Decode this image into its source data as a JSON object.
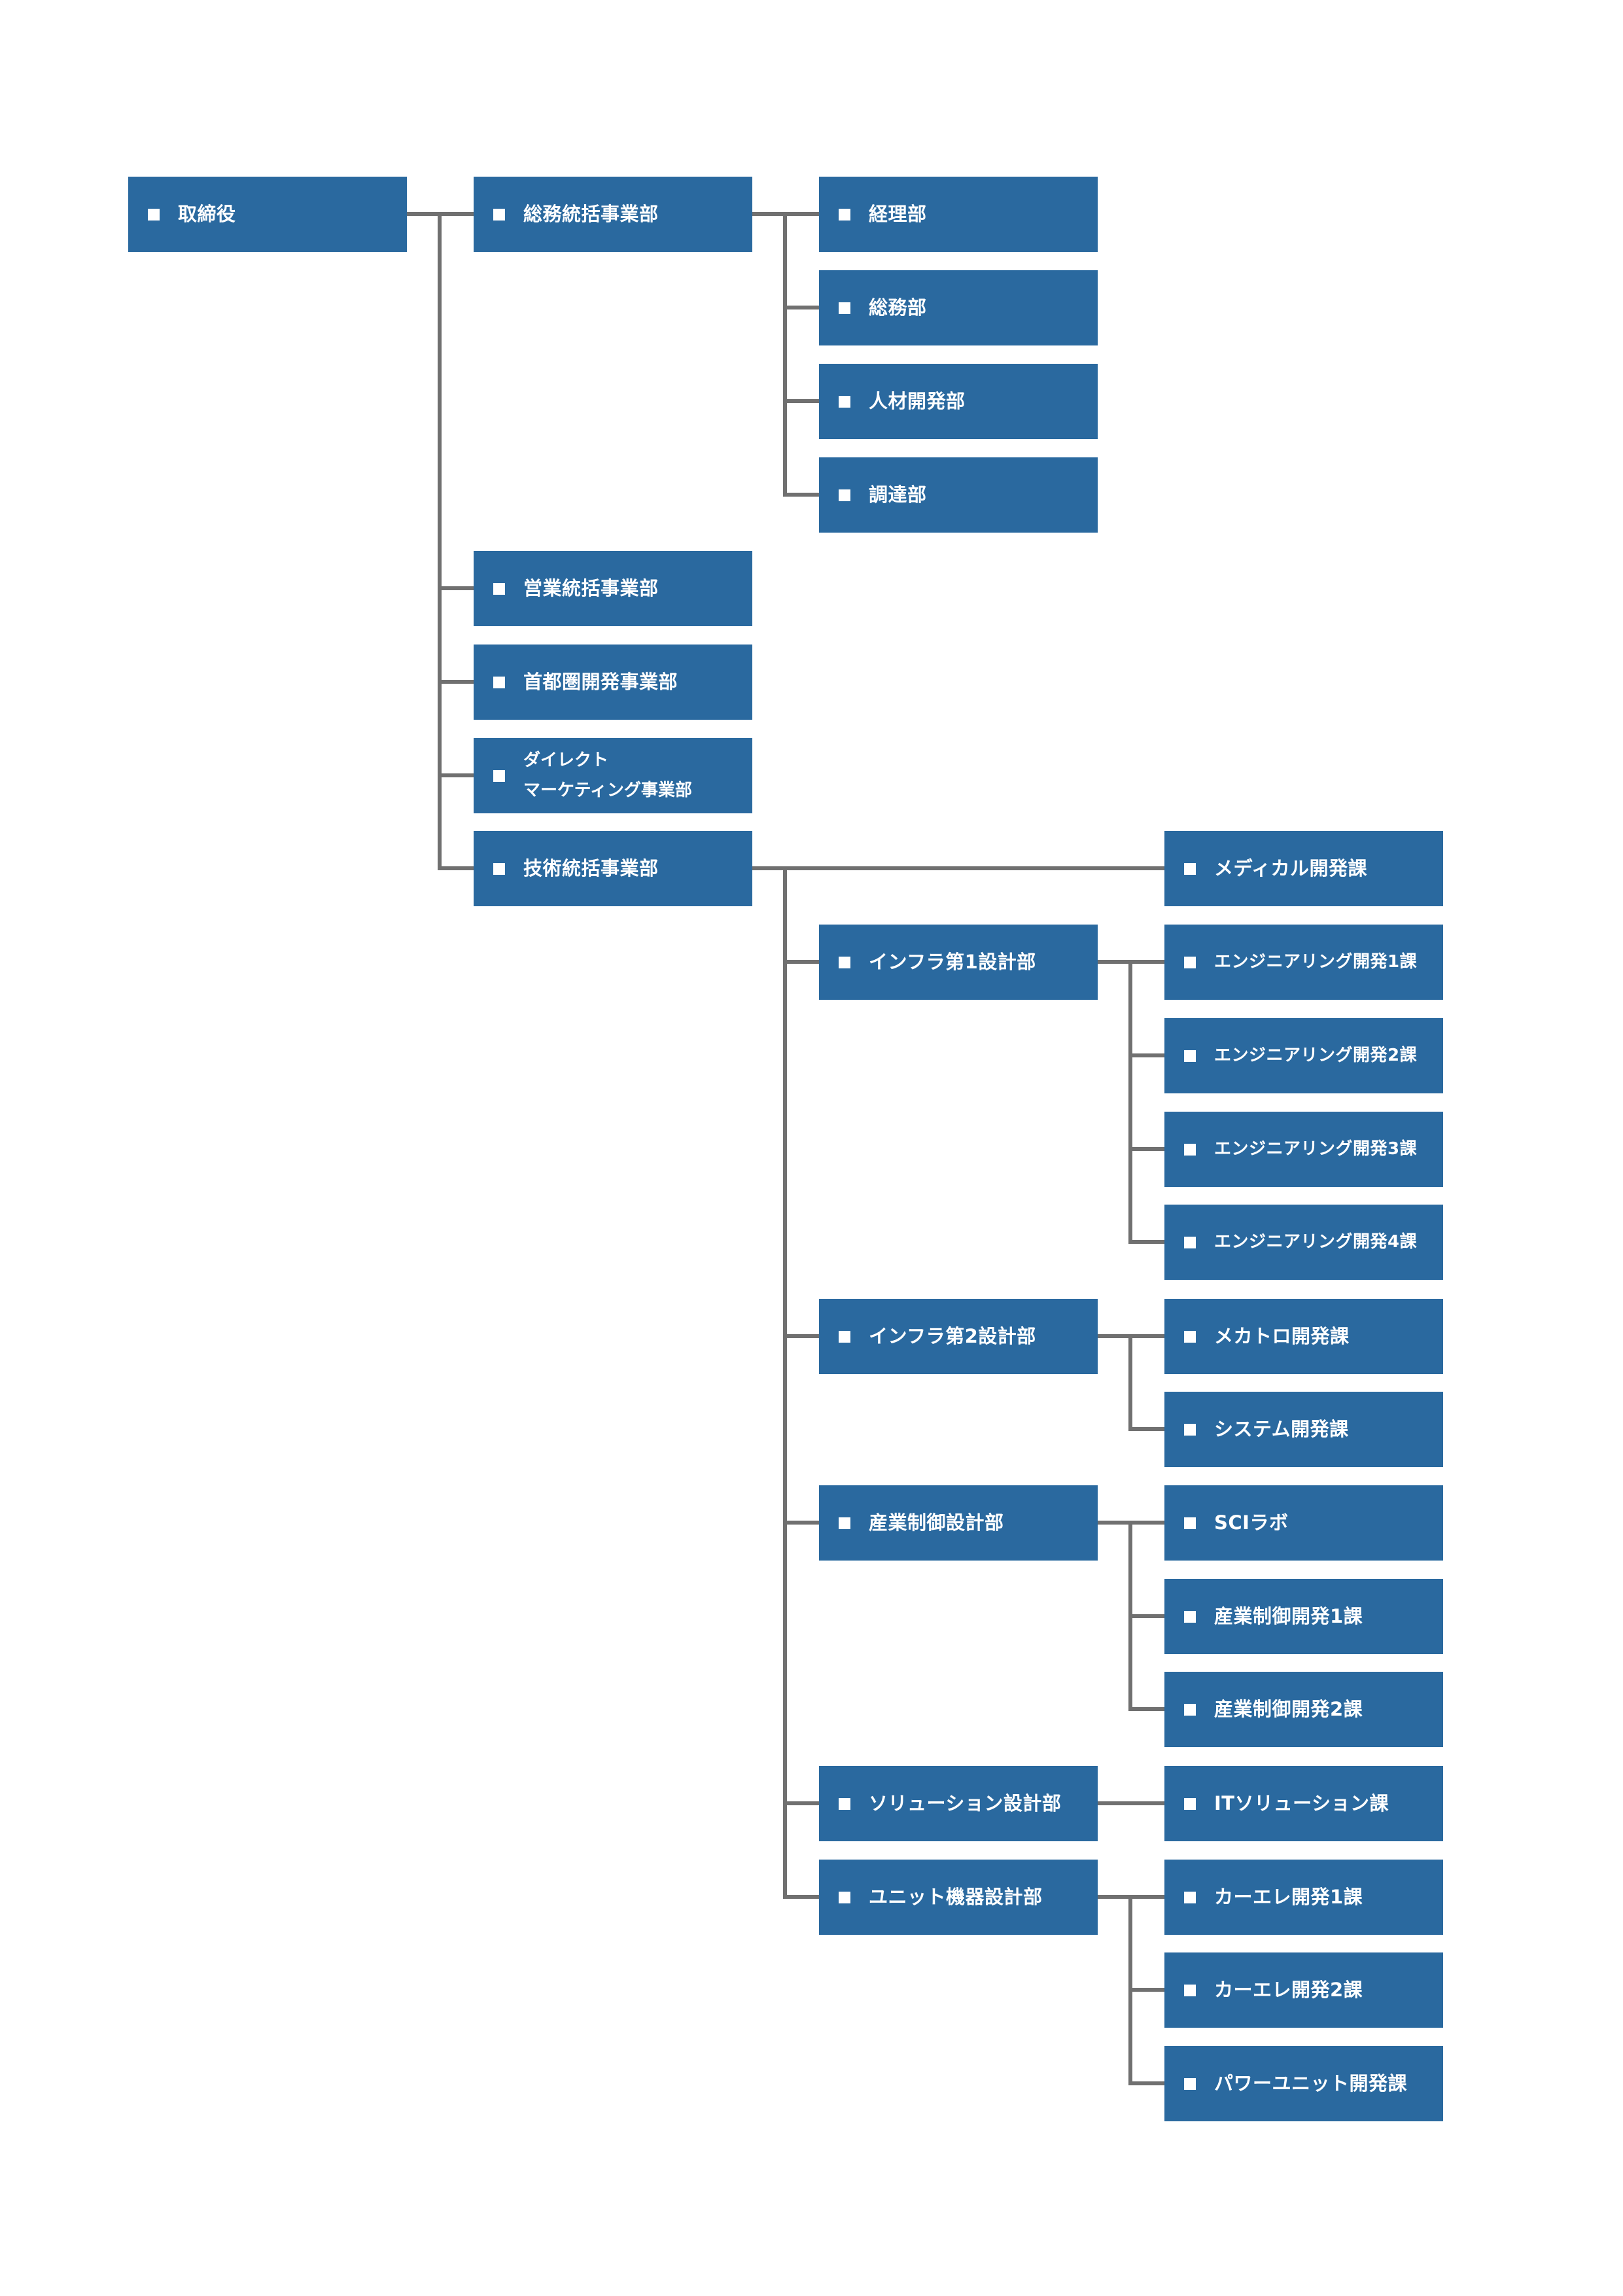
{
  "org": {
    "root": {
      "label": "取締役"
    },
    "divisions": {
      "general_affairs": {
        "label": "総務統括事業部"
      },
      "sales": {
        "label": "営業統括事業部"
      },
      "metro": {
        "label": "首都圏開発事業部"
      },
      "direct_marketing": {
        "line1": "ダイレクト",
        "line2": "マーケティング事業部"
      },
      "technology": {
        "label": "技術統括事業部"
      }
    },
    "general_affairs_depts": [
      {
        "label": "経理部"
      },
      {
        "label": "総務部"
      },
      {
        "label": "人材開発部"
      },
      {
        "label": "調達部"
      }
    ],
    "technology_depts": [
      {
        "label": "インフラ第1設計部"
      },
      {
        "label": "インフラ第2設計部"
      },
      {
        "label": "産業制御設計部"
      },
      {
        "label": "ソリューション設計部"
      },
      {
        "label": "ユニット機器設計部"
      }
    ],
    "sections": {
      "medical": {
        "label": "メディカル開発課"
      },
      "infra1": [
        {
          "label": "エンジニアリング開発1課"
        },
        {
          "label": "エンジニアリング開発2課"
        },
        {
          "label": "エンジニアリング開発3課"
        },
        {
          "label": "エンジニアリング開発4課"
        }
      ],
      "infra2": [
        {
          "label": "メカトロ開発課"
        },
        {
          "label": "システム開発課"
        }
      ],
      "industrial": [
        {
          "label": "SCIラボ"
        },
        {
          "label": "産業制御開発1課"
        },
        {
          "label": "産業制御開発2課"
        }
      ],
      "solution": [
        {
          "label": "ITソリューション課"
        }
      ],
      "unit": [
        {
          "label": "カーエレ開発1課"
        },
        {
          "label": "カーエレ開発2課"
        },
        {
          "label": "パワーユニット開発課"
        }
      ]
    }
  },
  "colors": {
    "box": "#2a699f",
    "connector": "#707070",
    "text": "#ffffff",
    "background": "#ffffff"
  }
}
